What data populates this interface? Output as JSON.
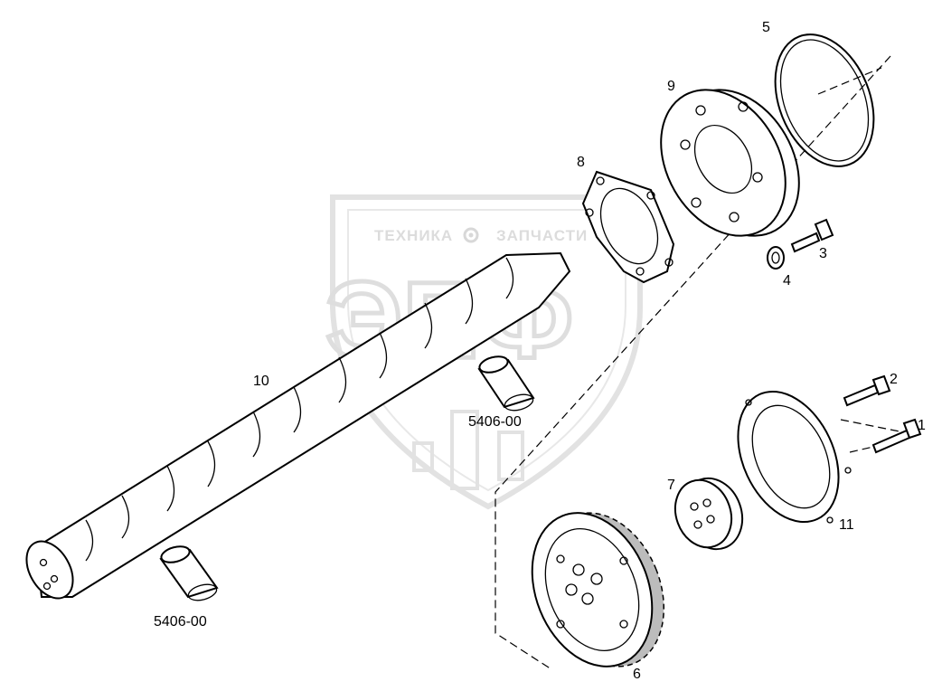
{
  "watermark": {
    "left_word": "ТЕХНИКА",
    "right_word": "ЗАПЧАСТИ",
    "big_letters": "ЭПФ"
  },
  "callouts": [
    {
      "id": "1",
      "text": "1"
    },
    {
      "id": "2",
      "text": "2"
    },
    {
      "id": "3",
      "text": "3"
    },
    {
      "id": "4",
      "text": "4"
    },
    {
      "id": "5",
      "text": "5"
    },
    {
      "id": "6",
      "text": "6"
    },
    {
      "id": "7",
      "text": "7"
    },
    {
      "id": "8",
      "text": "8"
    },
    {
      "id": "9",
      "text": "9"
    },
    {
      "id": "10",
      "text": "10"
    },
    {
      "id": "11",
      "text": "11"
    }
  ],
  "part_refs": {
    "bushing_center": "5406-00",
    "bushing_left": "5406-00"
  }
}
